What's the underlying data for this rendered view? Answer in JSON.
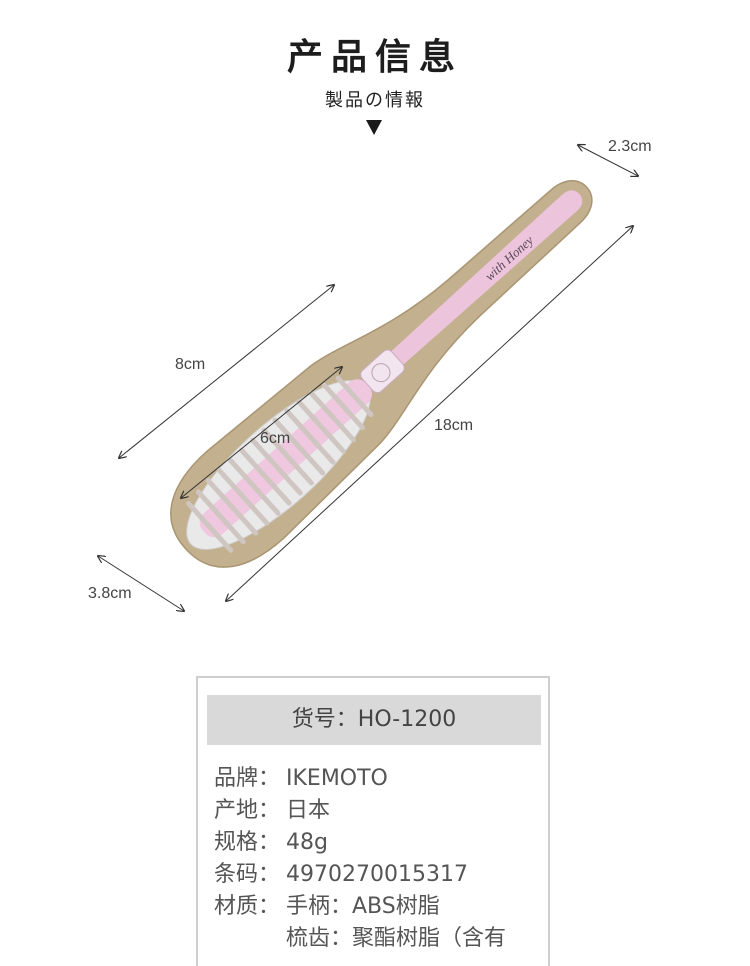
{
  "header": {
    "title": "产品信息",
    "subtitle": "製品の情報"
  },
  "product_image": {
    "brush_print": "with Honey",
    "dimensions": {
      "thickness": "2.3cm",
      "length": "18cm",
      "head_length": "8cm",
      "inner_length": "6cm",
      "head_width": "3.8cm"
    }
  },
  "info": {
    "sku": "货号：HO-1200",
    "specs": [
      {
        "label": "品牌：",
        "value": "IKEMOTO"
      },
      {
        "label": "产地：",
        "value": "日本"
      },
      {
        "label": "规格：",
        "value": "48g"
      },
      {
        "label": "条码：",
        "value": "4970270015317"
      },
      {
        "label": "材质：",
        "value": "手柄：ABS树脂"
      },
      {
        "label": "",
        "value": "梳齿：聚酯树脂（含有"
      }
    ]
  }
}
